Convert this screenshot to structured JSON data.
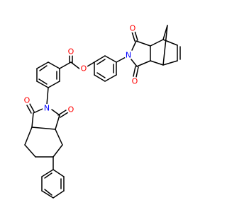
{
  "molecule": {
    "atom_labels": {
      "o_ester_carbonyl": "O",
      "o_ester_link": "O",
      "o_top_upper": "O",
      "n_top": "N",
      "o_top_lower": "O",
      "o_left_upper": "O",
      "n_left": "N",
      "o_left_right": "O"
    },
    "colors": {
      "oxygen": "#ff0000",
      "nitrogen": "#0000ff",
      "bond": "#000000",
      "background": "#ffffff"
    }
  }
}
